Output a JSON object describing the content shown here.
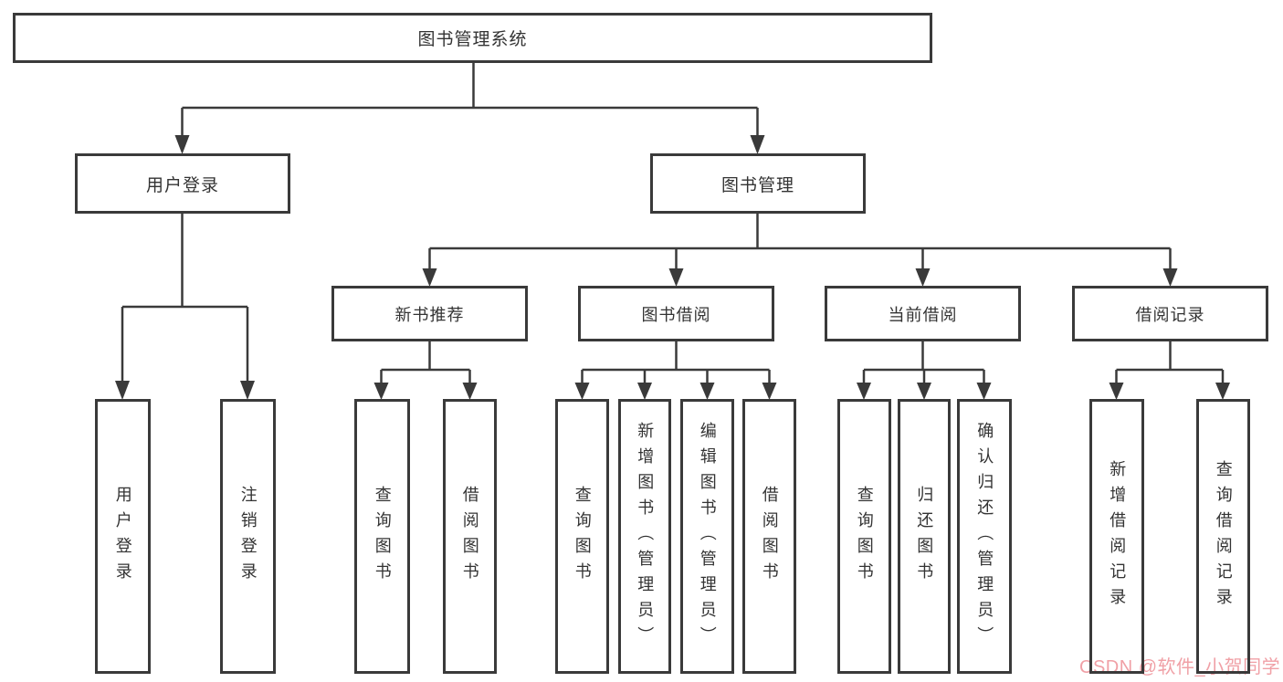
{
  "colors": {
    "line": "#3a3a3a",
    "text": "#333333",
    "watermark": "#f0a0a6",
    "background": "#ffffff"
  },
  "watermark": {
    "text": "CSDN @软件_小贺同学"
  },
  "tree": {
    "root": {
      "label": "图书管理系统"
    },
    "children": [
      {
        "label": "用户登录",
        "children": [
          {
            "label": "用户登录"
          },
          {
            "label": "注销登录"
          }
        ]
      },
      {
        "label": "图书管理",
        "children": [
          {
            "label": "新书推荐",
            "children": [
              {
                "label": "查询图书"
              },
              {
                "label": "借阅图书"
              }
            ]
          },
          {
            "label": "图书借阅",
            "children": [
              {
                "label": "查询图书"
              },
              {
                "label": "新增图书（管理员）"
              },
              {
                "label": "编辑图书（管理员）"
              },
              {
                "label": "借阅图书"
              }
            ]
          },
          {
            "label": "当前借阅",
            "children": [
              {
                "label": "查询图书"
              },
              {
                "label": "归还图书"
              },
              {
                "label": "确认归还（管理员）"
              }
            ]
          },
          {
            "label": "借阅记录",
            "children": [
              {
                "label": "新增借阅记录"
              },
              {
                "label": "查询借阅记录"
              }
            ]
          }
        ]
      }
    ]
  }
}
